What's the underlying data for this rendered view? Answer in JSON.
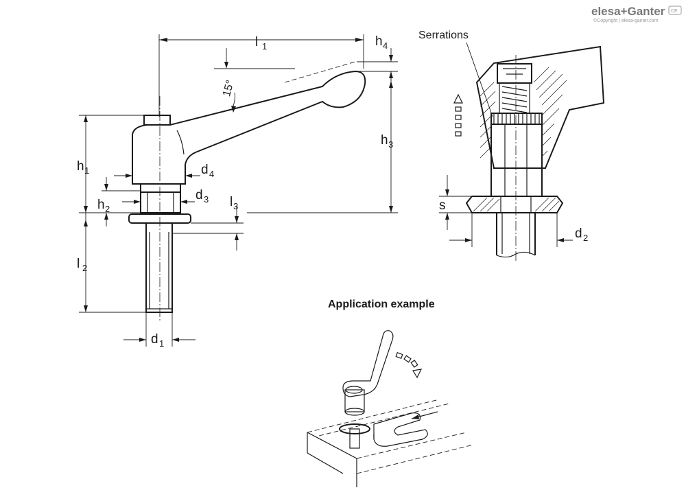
{
  "brand": {
    "logo_text": "elesa+Ganter",
    "copyright": "©Copyright | elesa-ganter.com",
    "badge": "CE"
  },
  "dimensions": {
    "l1": "l",
    "l1_sub": "1",
    "h4": "h",
    "h4_sub": "4",
    "h1": "h",
    "h1_sub": "1",
    "h2": "h",
    "h2_sub": "2",
    "h3": "h",
    "h3_sub": "3",
    "l2": "l",
    "l2_sub": "2",
    "l3": "l",
    "l3_sub": "3",
    "d1": "d",
    "d1_sub": "1",
    "d2": "d",
    "d2_sub": "2",
    "d3": "d",
    "d3_sub": "3",
    "d4": "d",
    "d4_sub": "4",
    "s": "s",
    "angle": "15°"
  },
  "labels": {
    "serrations": "Serrations",
    "application_example": "Application example"
  }
}
